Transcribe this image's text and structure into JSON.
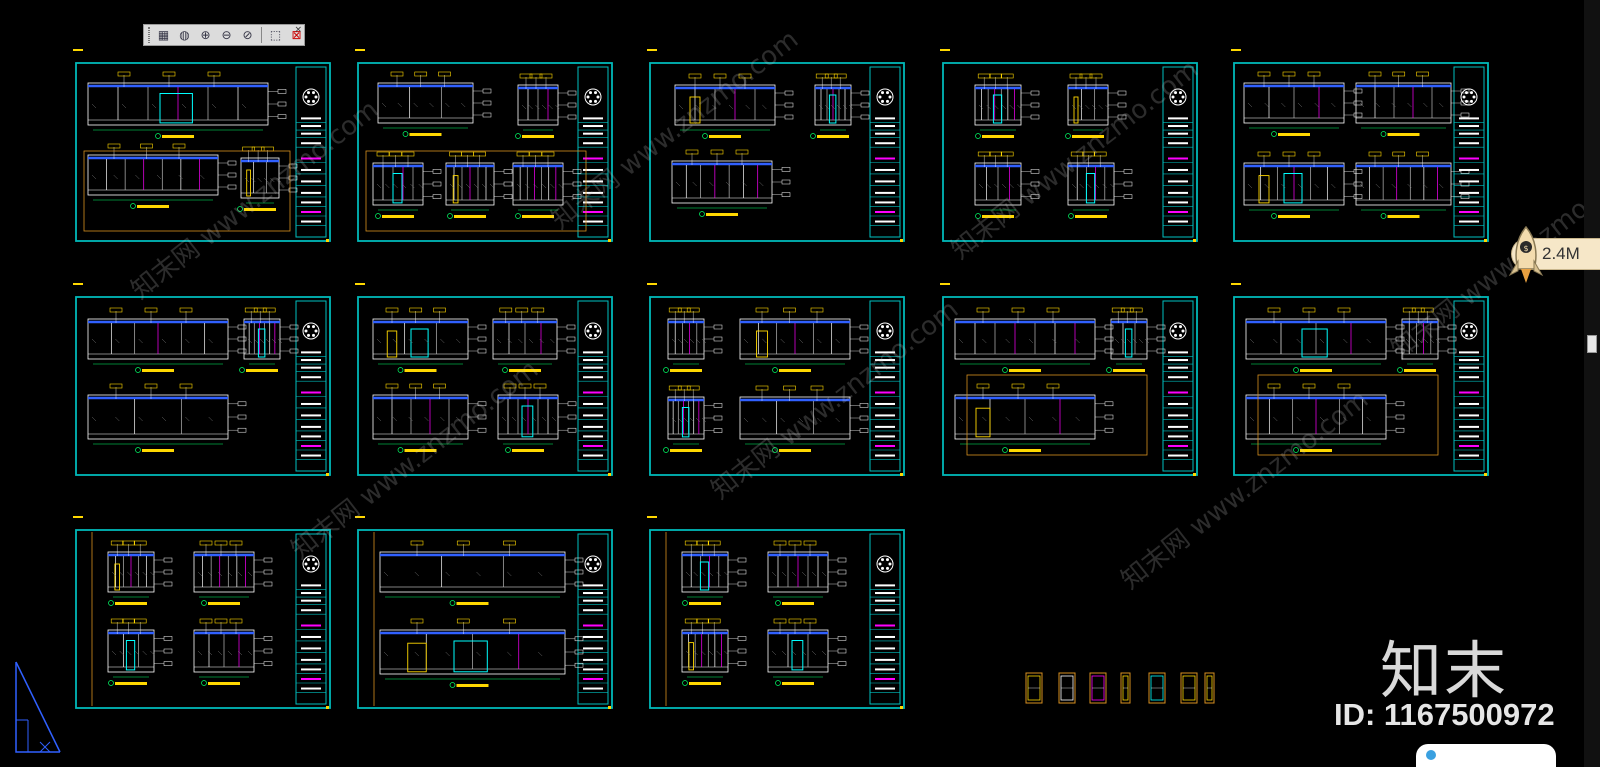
{
  "toolbar": {
    "buttons": [
      {
        "icon": "layout-grid-icon"
      },
      {
        "icon": "sphere-icon"
      },
      {
        "icon": "sphere-add-icon"
      },
      {
        "icon": "sphere-remove-icon"
      },
      {
        "icon": "sphere-slash-icon"
      },
      {
        "icon": "cube-icon"
      },
      {
        "icon": "cube-delete-icon"
      }
    ],
    "close_glyph": "×"
  },
  "sheets": [
    {
      "row": 0,
      "col": 0
    },
    {
      "row": 0,
      "col": 1
    },
    {
      "row": 0,
      "col": 2
    },
    {
      "row": 0,
      "col": 3
    },
    {
      "row": 0,
      "col": 4
    },
    {
      "row": 1,
      "col": 0
    },
    {
      "row": 1,
      "col": 1
    },
    {
      "row": 1,
      "col": 2
    },
    {
      "row": 1,
      "col": 3
    },
    {
      "row": 1,
      "col": 4
    },
    {
      "row": 2,
      "col": 0
    },
    {
      "row": 2,
      "col": 1
    },
    {
      "row": 2,
      "col": 2
    }
  ],
  "door_legend_count": 7,
  "file_size_badge": "2.4M",
  "watermark": {
    "brand": "知末",
    "id_text": "ID: 1167500972",
    "diagonal_text": "知末网 www.znzmo.com"
  },
  "colors": {
    "background": "#000000",
    "frame": "#00b8b8",
    "title_block": "#00c0c0",
    "drawing": "#ffffff",
    "ceiling": "#3060ff",
    "dimension": "#00ff66",
    "label": "#ffd800",
    "accent": "#ff00ff",
    "cyan": "#00ffff",
    "orange": "#d89020"
  }
}
